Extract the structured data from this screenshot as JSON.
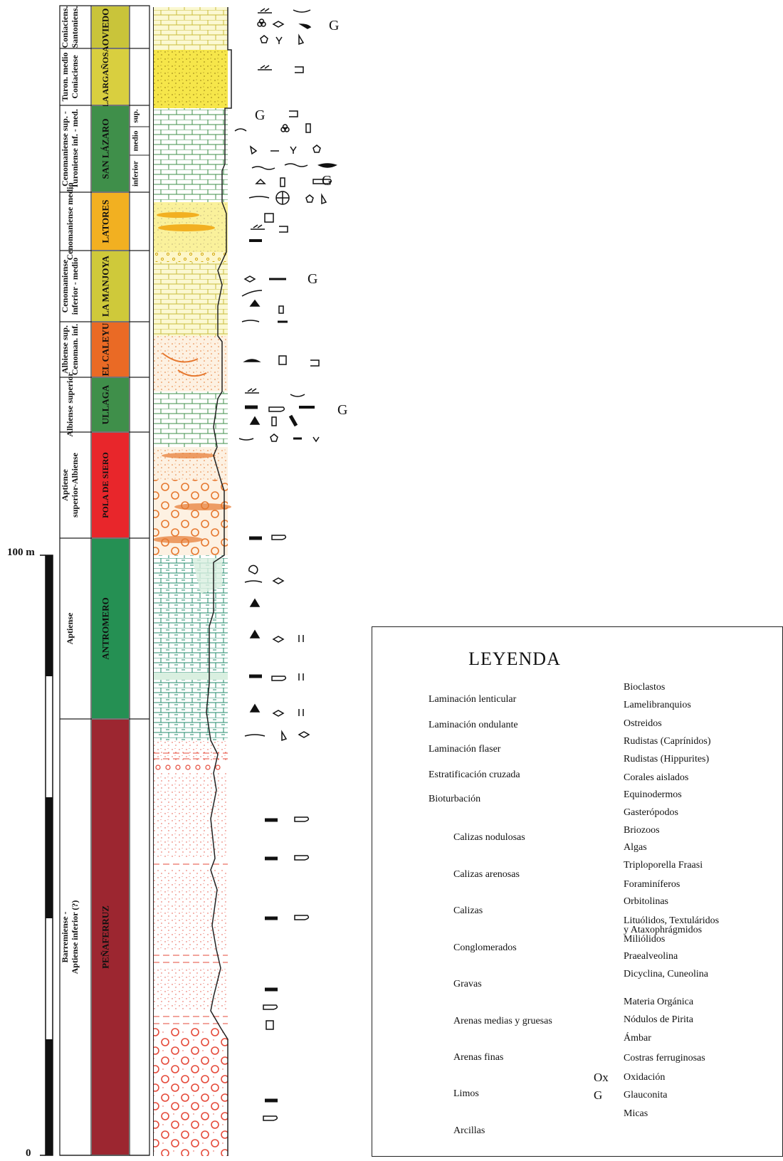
{
  "units": [
    {
      "stage": "Coniaciens. Santoniens.",
      "formation": "OVIEDO",
      "color": "#c9c43a"
    },
    {
      "stage": "Turon. medio Coniaciense",
      "formation": "LA ARGAÑOSA",
      "color": "#d9cf3f"
    },
    {
      "stage": "Cenomaniense sup. - Turoniense inf. - med.",
      "formation": "SAN LÁZARO",
      "color": "#3f8f4a",
      "subdivisions": [
        "sup.",
        "medio",
        "inferior"
      ]
    },
    {
      "stage": "Cenomaniense medio",
      "formation": "LATORES",
      "color": "#f2b021"
    },
    {
      "stage": "Cenomaniense inferior - medio",
      "formation": "LA MANJOYA",
      "color": "#cfc93a"
    },
    {
      "stage": "Albiense sup. Cenoman. inf.",
      "formation": "EL CALEYU",
      "color": "#ea6a25"
    },
    {
      "stage": "Albiense superior",
      "formation": "ULLAGA",
      "color": "#3f8f4a"
    },
    {
      "stage": "Aptiense superior-Albiense",
      "formation": "POLA DE SIERO",
      "color": "#e8262b"
    },
    {
      "stage": "Aptiense",
      "formation": "ANTROMERO",
      "color": "#259053"
    },
    {
      "stage": "Barremiense - Aptiense inferior (?)",
      "formation": "PEÑAFERRUZ",
      "color": "#9c2630"
    }
  ],
  "scale": {
    "top_label": "100 m",
    "bottom_label": "0"
  },
  "fossil_letters": {
    "glauconita": "G"
  },
  "legend": {
    "title": "LEYENDA",
    "structures": [
      {
        "icon": "lenticular",
        "label": "Laminación lenticular"
      },
      {
        "icon": "wavy",
        "label": "Laminación ondulante"
      },
      {
        "icon": "flaser",
        "label": "Laminación flaser"
      },
      {
        "icon": "cross-bed",
        "label": "Estratificación cruzada"
      },
      {
        "icon": "bioturbation",
        "label": "Bioturbación"
      }
    ],
    "lithologies": [
      {
        "pattern": "calizas-nodulosas",
        "label": "Calizas nodulosas"
      },
      {
        "pattern": "calizas-arenosas",
        "label": "Calizas arenosas"
      },
      {
        "pattern": "calizas",
        "label": "Calizas"
      },
      {
        "pattern": "conglomerados",
        "label": "Conglomerados"
      },
      {
        "pattern": "gravas",
        "label": "Gravas"
      },
      {
        "pattern": "arenas-gruesas",
        "label": "Arenas medias y gruesas"
      },
      {
        "pattern": "arenas-finas",
        "label": "Arenas finas"
      },
      {
        "pattern": "limos",
        "label": "Limos"
      },
      {
        "pattern": "arcillas",
        "label": "Arcillas"
      }
    ],
    "components": [
      {
        "icon": "bioclast",
        "label": "Bioclastos"
      },
      {
        "icon": "lamellibranch",
        "label": "Lamelibranquios"
      },
      {
        "icon": "oyster",
        "label": "Ostreidos"
      },
      {
        "icon": "caprinid",
        "label": "Rudistas (Caprínidos)"
      },
      {
        "icon": "hippurite",
        "label": "Rudistas (Hippurites)"
      },
      {
        "icon": "coral",
        "label": "Corales aislados"
      },
      {
        "icon": "echinoderm",
        "label": "Equinodermos"
      },
      {
        "icon": "gastropod",
        "label": "Gasterópodos"
      },
      {
        "icon": "bryozoan",
        "label": "Briozoos"
      },
      {
        "icon": "algae",
        "label": "Algas"
      },
      {
        "icon": "triploporella",
        "label": "Triploporella Fraasi"
      },
      {
        "icon": "foraminifera",
        "label": "Foraminíferos"
      },
      {
        "icon": "orbitolina",
        "label": "Orbitolinas"
      },
      {
        "icon": "lituolid",
        "label": "Lituólidos, Textuláridos\ny Ataxophrágmidos"
      },
      {
        "icon": "miliolid",
        "label": "Miliólidos"
      },
      {
        "icon": "praealveolina",
        "label": "Praealveolina"
      },
      {
        "icon": "dicyclina",
        "label": "Dicyclina, Cuneolina"
      },
      {
        "icon": "organic",
        "label": "Materia Orgánica"
      },
      {
        "icon": "pyrite",
        "label": "Nódulos de Pirita"
      },
      {
        "icon": "amber",
        "label": "Ámbar"
      },
      {
        "icon": "iron-crust",
        "label": "Costras ferruginosas"
      },
      {
        "icon": "ox",
        "symbol": "Ox",
        "label": "Oxidación"
      },
      {
        "icon": "glauconite",
        "symbol": "G",
        "label": "Glauconita"
      },
      {
        "icon": "mica",
        "label": "Micas"
      }
    ]
  }
}
